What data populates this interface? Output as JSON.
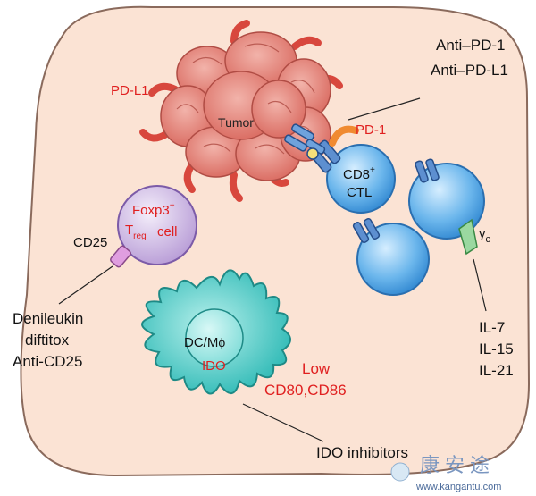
{
  "labels": {
    "anti_pd1": "Anti–PD-1",
    "anti_pdl1": "Anti–PD-L1",
    "pd_l1": "PD-L1",
    "tumor": "Tumor",
    "pd_1": "PD-1",
    "cd8_main": "CD8",
    "cd8_sup": "+",
    "ctl": "CTL",
    "foxp3_main": "Foxp3",
    "foxp3_sup": "+",
    "treg_t": "T",
    "treg_sub": "reg",
    "treg_cell": "cell",
    "cd25": "CD25",
    "gamma_c_main": "γ",
    "gamma_c_sub": "c",
    "denileukin": "Denileukin",
    "diftitox": "diftitox",
    "anti_cd25": "Anti-CD25",
    "dc_main": "DC/M",
    "dc_phi": "ϕ",
    "ido": "IDO",
    "low": "Low",
    "cd80_cd86": "CD80,CD86",
    "il7": "IL-7",
    "il15": "IL-15",
    "il21": "IL-21",
    "ido_inhibitors": "IDO inhibitors"
  },
  "watermark": {
    "chinese": "康安途",
    "url": "www.kangantu.com"
  },
  "colors": {
    "background_cell": "#fbe3d4",
    "tumor": "#e27f76",
    "pd_l1": "#d8473d",
    "t_cell": "#4aa0e0",
    "treg": "#c8b0e0",
    "dc": "#3ec4c0",
    "red_text": "#e02020"
  }
}
